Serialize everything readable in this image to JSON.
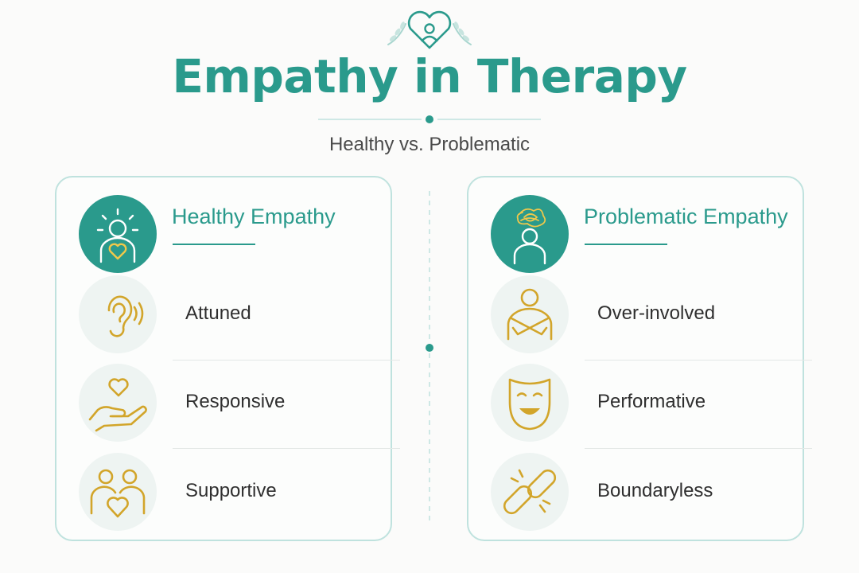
{
  "header": {
    "title": "Empathy in Therapy",
    "subtitle": "Healthy vs. Problematic",
    "emblem_icon": "heart-person-laurel-icon"
  },
  "colors": {
    "teal": "#2a9a8c",
    "gold": "#d2a52a",
    "panel_border": "#bfe2de",
    "icon_bg": "#eef4f2"
  },
  "panels": [
    {
      "title": "Healthy Empathy",
      "header_icon": "radiant-person-heart-icon",
      "items": [
        {
          "label": "Attuned",
          "icon": "ear-icon"
        },
        {
          "label": "Responsive",
          "icon": "hand-heart-icon"
        },
        {
          "label": "Supportive",
          "icon": "two-people-heart-icon"
        }
      ]
    },
    {
      "title": "Problematic Empathy",
      "header_icon": "tangled-mind-person-icon",
      "items": [
        {
          "label": "Over-involved",
          "icon": "self-hug-icon"
        },
        {
          "label": "Performative",
          "icon": "mask-icon"
        },
        {
          "label": "Boundaryless",
          "icon": "broken-chain-icon"
        }
      ]
    }
  ]
}
